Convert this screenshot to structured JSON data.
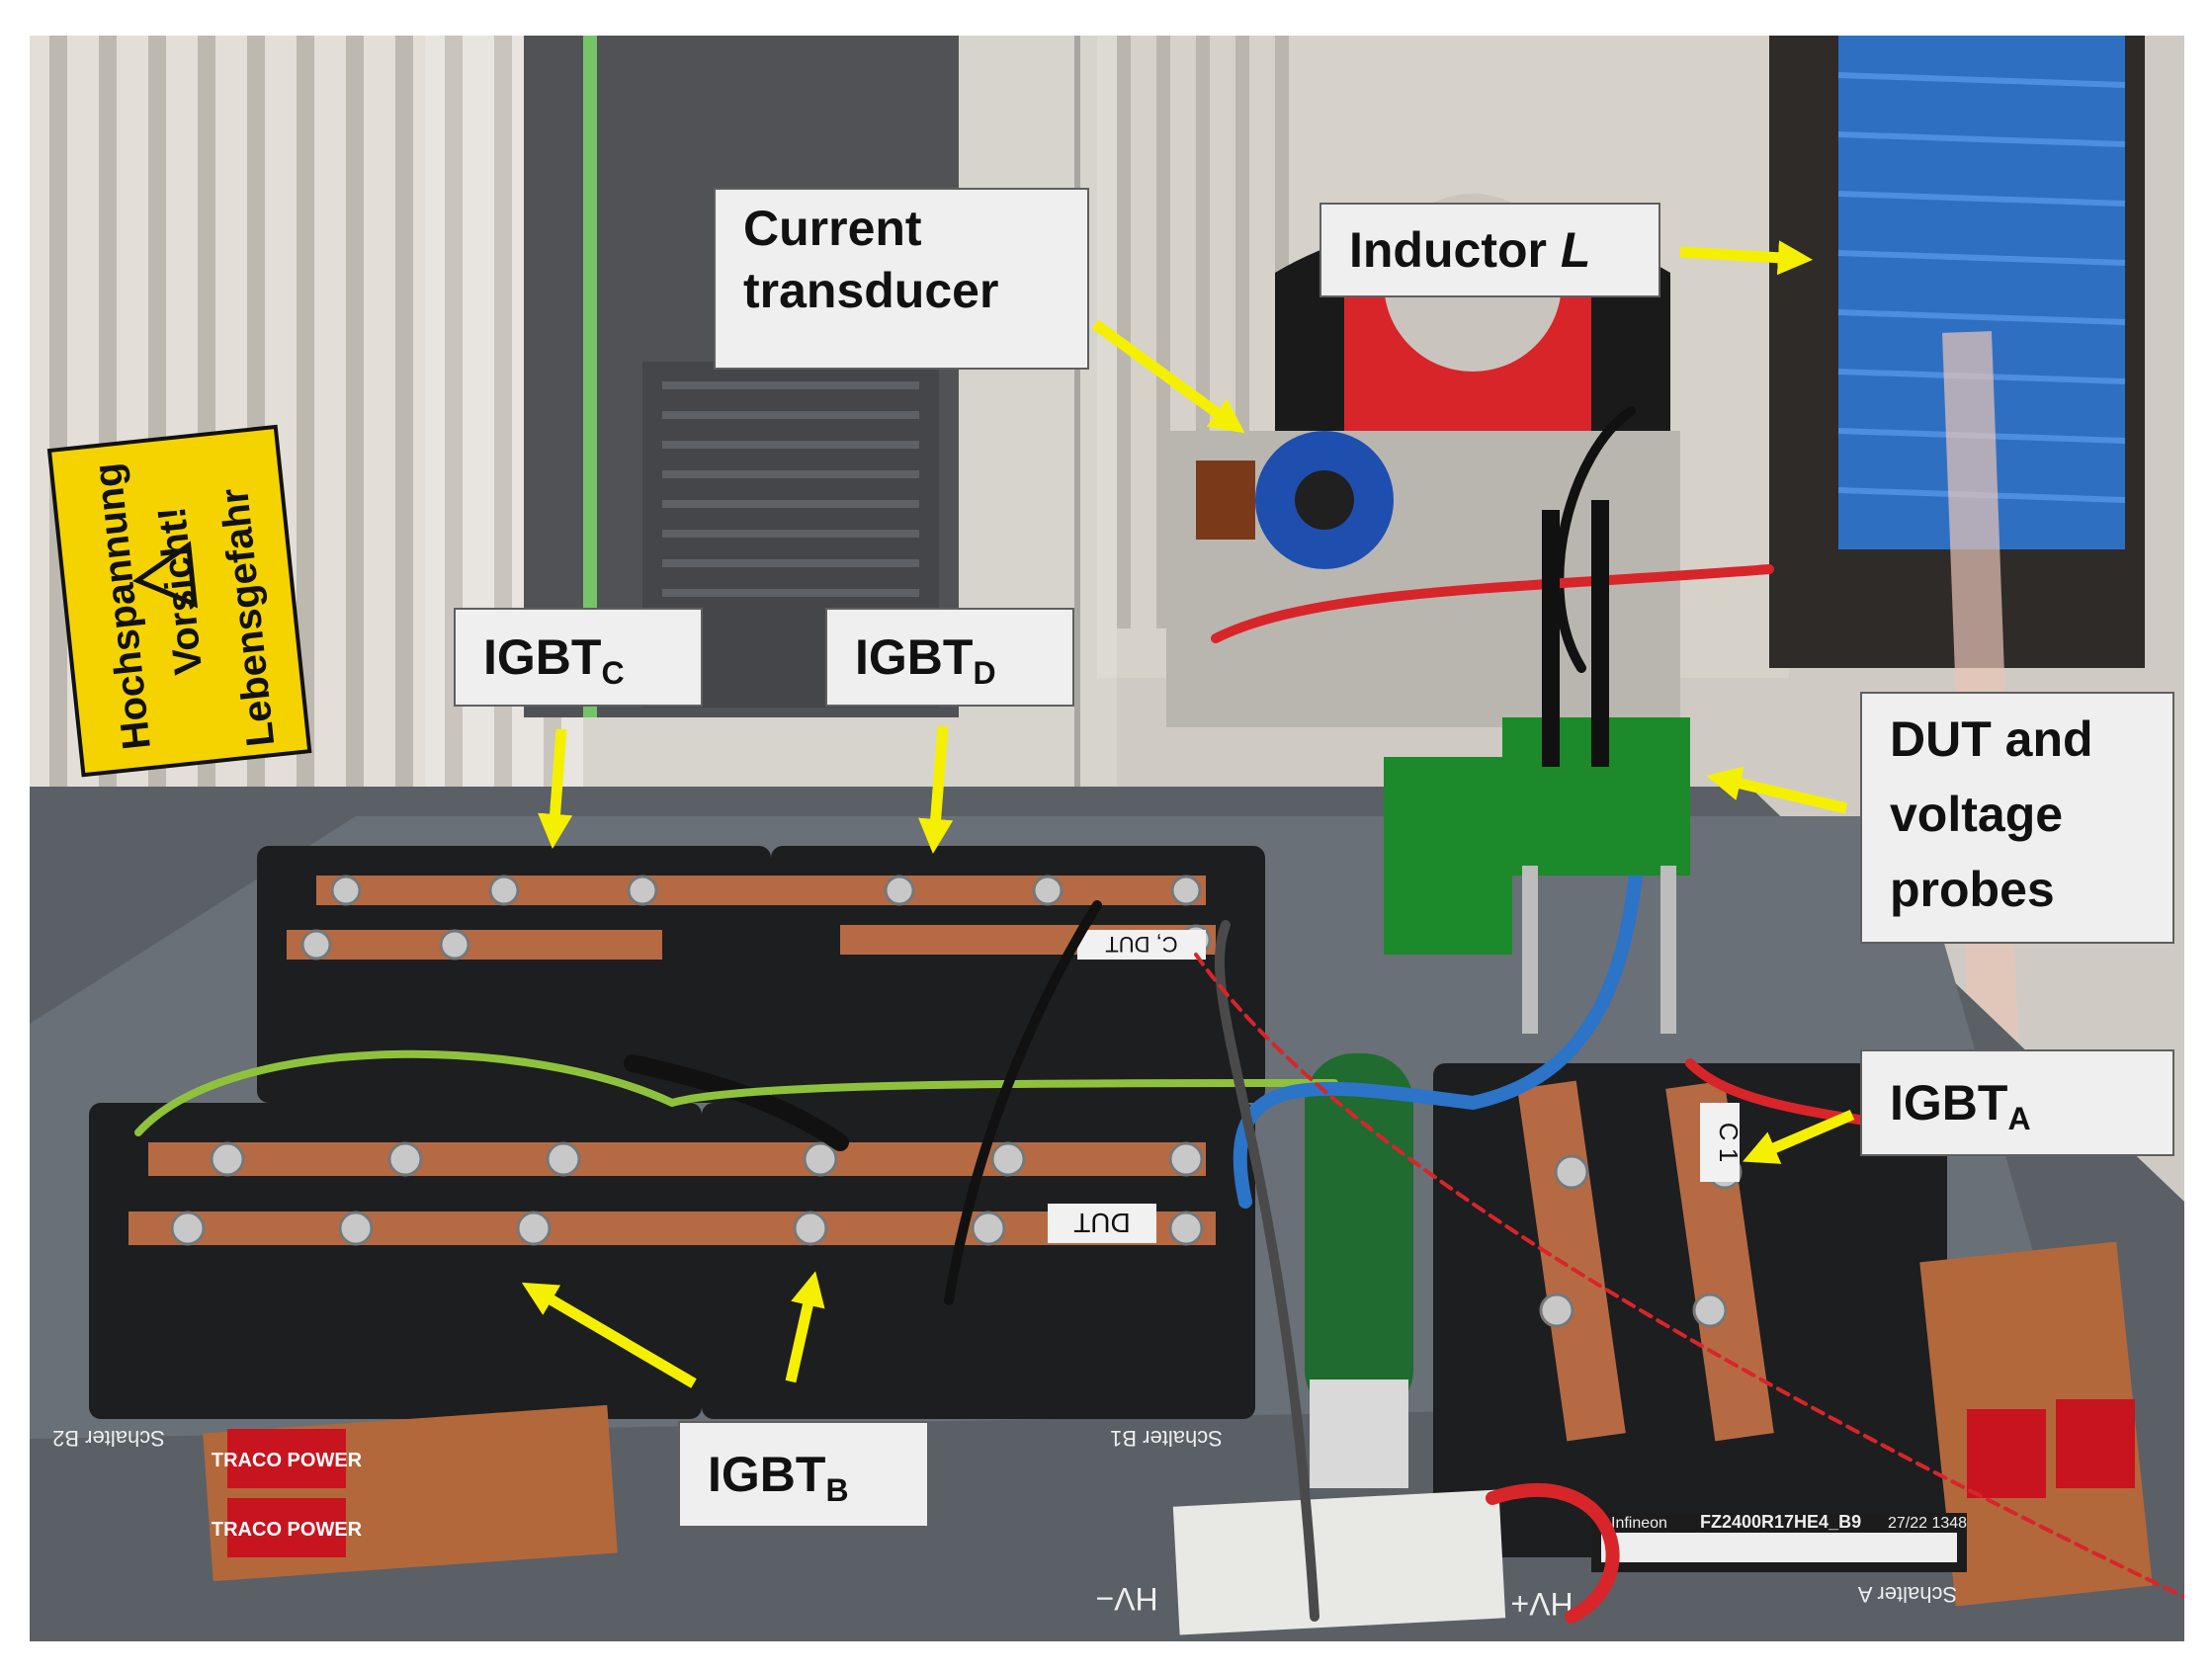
{
  "labels": {
    "current_transducer": [
      "Current",
      "transducer"
    ],
    "inductor": {
      "text": "Inductor ",
      "symbol": "L"
    },
    "igbt_c": {
      "base": "IGBT",
      "sub": "C"
    },
    "igbt_d": {
      "base": "IGBT",
      "sub": "D"
    },
    "igbt_a": {
      "base": "IGBT",
      "sub": "A"
    },
    "igbt_b": {
      "base": "IGBT",
      "sub": "B"
    },
    "dut_probes": [
      "DUT and",
      "voltage",
      "probes"
    ]
  },
  "sign": {
    "line1": "Hochspannung",
    "line2": "Vorsicht!",
    "line3": "Lebensgefahr"
  },
  "board_text": {
    "hv_minus": "HV−",
    "hv_plus": "HV+",
    "module_brand": "Infineon",
    "module_part": "FZ2400R17HE4_B9",
    "module_code": "27/22 1348",
    "dut_tag": "DUT",
    "c_dut_tag": "C, DUT",
    "c1_tag": "C 1",
    "schalter_a": "Schalter A",
    "schalter_b1": "Schalter B1",
    "schalter_b2": "Schalter B2",
    "traco1": "TRACO POWER",
    "traco2": "TRACO POWER"
  },
  "colors": {
    "arrow": "#f5f000",
    "label_bg": "#efefef",
    "label_border": "#5f5f5f"
  }
}
